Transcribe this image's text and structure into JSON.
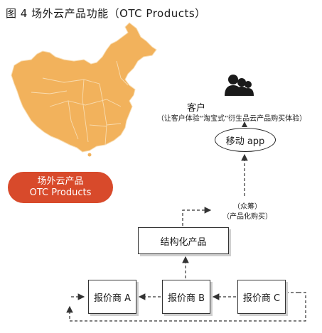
{
  "figure": {
    "title": "图 4  场外云产品功能（OTC Products）"
  },
  "otc_badge": {
    "line1": "场外云产品",
    "line2": "OTC Products"
  },
  "customer": {
    "label": "客户",
    "description": "（让客户体验“淘宝式”衍生品云产品购买体验）"
  },
  "mobile_app": {
    "label": "移动 app"
  },
  "funding": {
    "line1": "（众筹）",
    "line2": "（产品化购买）"
  },
  "structured_product": {
    "label": "结构化产品"
  },
  "quoters": [
    {
      "label": "报价商 A"
    },
    {
      "label": "报价商 B"
    },
    {
      "label": "报价商 C"
    }
  ],
  "colors": {
    "map_fill": "#f2b25c",
    "map_border": "#f7d9ac",
    "badge": "#d84a2b",
    "arrow": "#333333"
  },
  "icons": [
    "china-map-icon",
    "users-icon"
  ]
}
